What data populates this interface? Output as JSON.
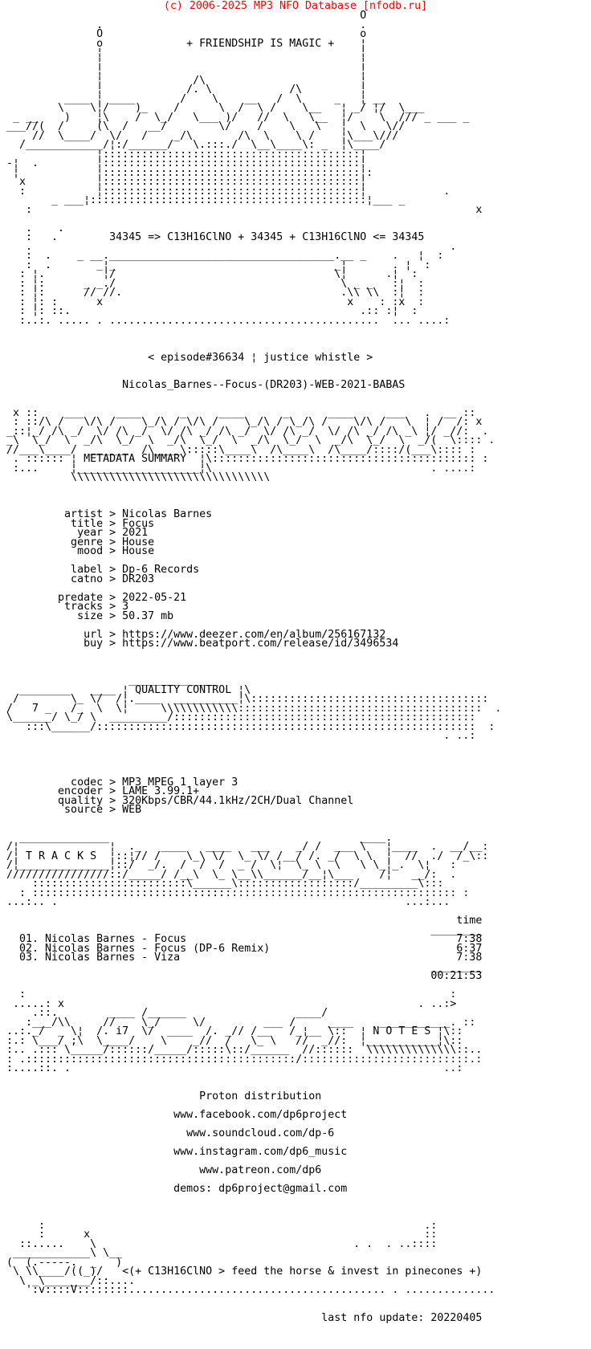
{
  "header": {
    "copyright": "(c) 2006-2025 MP3 NFO Database [nfodb.ru]",
    "copyright_color": "#ff0000"
  },
  "banner": {
    "friendship": "+ FRIENDSHIP IS MAGIC +",
    "formula": "34345 => C13H16ClNO + 34345 + C13H16ClNO <= 34345",
    "episode": "< episode#36634 ¦ justice whistle >",
    "release_name": "Nicolas_Barnes--Focus-(DR203)-WEB-2021-BABAS"
  },
  "headings": {
    "metadata": "METADATA SUMMARY",
    "quality": "QUALITY CONTROL",
    "tracks": "T R A C K S",
    "notes": "N O T E S"
  },
  "release": {
    "artist": "Nicolas Barnes",
    "title": "Focus",
    "year": "2021",
    "genre": "House",
    "mood": "House",
    "label": "Dp-6 Records",
    "catno": "DR203",
    "predate": "2022-05-21",
    "tracks": "3",
    "size": "50.37 mb",
    "url": "https://www.deezer.com/en/album/256167132",
    "buy": "https://www.beatport.com/release/id/3496534"
  },
  "quality": {
    "codec": "MP3 MPEG 1 layer 3",
    "encoder": "LAME 3.99.1+",
    "quality": "320Kbps/CBR/44.1kHz/2CH/Dual Channel",
    "source": "WEB"
  },
  "tracklist": {
    "time_header": "time",
    "rows": [
      {
        "no": "01",
        "title": "Nicolas Barnes - Focus",
        "time": "7:38"
      },
      {
        "no": "02",
        "title": "Nicolas Barnes - Focus (DP-6 Remix)",
        "time": "6:37"
      },
      {
        "no": "03",
        "title": "Nicolas Barnes - Viza",
        "time": "7:38"
      }
    ],
    "total": "00:21:53"
  },
  "notes": {
    "distribution": "Proton distribution",
    "links": [
      "www.facebook.com/dp6project",
      "www.soundcloud.com/dp-6",
      "www.instagram.com/dp6_music",
      "www.patreon.com/dp6"
    ],
    "demos": "demos: dp6project@gmail.com"
  },
  "footer": {
    "tagline": "<(+ C13H16ClNO > feed the horse & invest in pinecones +)",
    "last_update": "last nfo update: 20220405"
  },
  "nfo": {
    "lines": [
      "                                                        O",
      "               .                                        .",
      "               O                                        o",
      "               o             + FRIENDSHIP IS MAGIC +    ¦",
      "               ¦                                        ¦",
      "               ¦                                        ¦",
      "               ¦                                        ¦",
      "               ¦              /\\                        ¦",
      "               ¦             /. \\            /\\         ¦",
      "          ____ ¦ ____       /    \\    __   /  \\     _   ¦ __",
      "         \\    \\¦/    )_    /      \\  /  \\ /    \\__   ¦ _/ ¦/  \\___",
      "  _ __    )    ¦\\    /  \\_/   \\___ )/   //  \\   \\__  ¦/    \\  /// _ ___ _",
      " ___//(  /     (\\  /   __/        \\/    /    \\   \\   ¦  \\   \\//",
      "     //  \\____/  \\/   /    _/\\       /\\  \\    \\ /    ¦\\___\\///",
      "   /____________/¦:/______/   \\.:::./  \\__\\____\\: _  ¦\\____/",
      "               ¦::::::::::::::::::::::::::::::::::::::::¦",
      " -¦  .         ¦::::::::::::::::::::::::::::::::::::::::¦",
      "  ¦            ¦::::::::::::::::::::::::::::::::::::::::¦:",
      "   x           ¦::::::::::::::::::::::::::::::::::::::::¦",
      "   :           ¦::::::::::::::::::::::::::::::::::::::::¦            .",
      "        _ ___¦:::::::::::::::::::::::::::::::::::::::::::¦___ _",
      "    :                                                                     x",
      "",
      "    .    .",
      "    :   .        34345 => C13H16ClNO + 34345 + C13H16ClNO <= 34345",
      "    .                                                                 .",
      "    :  .    _ __.___________________________________.__ _    .   ¦  :",
      "    :  .       _¦_                                  _¦       . ¦  :",
      "   : ¦.         ¦/                                  \\¦      .¦  :",
      "   : ¦:      _ _./                                   \\ _ _   :¦  :",
      "   : ¦:      // //.                                  .\\\\ \\\\  :¦  :",
      "   : ¦: :      x                                      x    : :x  :",
      "   : ¦: ::.                                             .:: :¦  :",
      "   :..:. ..... . ..........................................  ... ....:",
      "",
      "",
      "",
      "                       < episode#36634 ¦ justice whistle >",
      "",
      "",
      "                   Nicolas_Barnes--Focus-(DR203)-WEB-2021-BABAS",
      "",
      "",
      "  x ::    ___     ____      _     ____      _      ____     ___   .  __ ::",
      "  : ::/\\ /   \\/\\ /    \\_/\\ / \\/\\ /    \\_/\\ / \\_/\\ /    \\/\\ /   \\  ¦ /  /: x",
      " _::¦_/ /\\ _/  \\/ /\\ _/  \\/ /\\ _/ /\\ _/  \\/ /\\ _/  \\/ /\\ _/ /\\ _\\ ¦/ _//:  .",
      " _\\  \\_/  \\  _/\\  \\_/  \\  _/\\  \\_/  \\  _/\\  \\_/  \\  _/\\  \\_/  \\  _/(  \\:::: .",
      " //___\\____/  ______  /\\____\\:::::\\____\\  /\\____\\  /\\____/::::/(___\\:::: :",
      "  . :::::: ¦ METADATA SUMMARY  ¦\\::::::::::::::::::::::::::::::::::::::::: :",
      "  :...     ¦___________________¦\\                                  . ....:",
      "           \\\\\\\\\\\\\\\\\\\\\\\\\\\\\\\\\\\\\\\\\\\\\\\\\\\\\\\\\\\\\\",
      "",
      "",
      "",
      "          artist > Nicolas Barnes",
      "           title > Focus",
      "            year > 2021",
      "           genre > House",
      "            mood > House",
      "",
      "           label > Dp-6 Records",
      "           catno > DR203",
      "",
      "         predate > 2022-05-21",
      "          tracks > 3",
      "            size > 50.37 mb",
      "",
      "             url > https://www.deezer.com/en/album/256167132",
      "             buy > https://www.beatport.com/release/id/3496534",
      "",
      "",
      "",
      "                    ______________",
      "   ________   ____ ¦ QUALITY CONTROL ¦\\",
      "  /        \\_ \\/  /¦.____  __________¦\\:::::::::::::::::::::::::::::::::::::",
      " /   7 _   /_  \\  \\¦     \\\\\\\\\\\\\\\\\\\\\\\\::::::::::::::::::::::::::::::::::::::  .",
      " \\______/ \\_/ \\  _________/:::::::::::::::::::::::::::::::::::::::::::::::",
      "    :::\\______/:::::::::::::::::::::::::::::::::::::::::::::::::::::::::::  :",
      "                                                                     . ..:",
      "",
      "",
      "",
      "",
      "           codec > MP3 MPEG 1 layer 3",
      "         encoder > LAME 3.99.1+",
      "         quality > 320Kbps/CBR/44.1kHz/2CH/Dual Channel",
      "          source > WEB",
      "",
      "",
      "   ______________                                       ____.",
      " /¦              ¦  ._   ____   ____   ___    _/ /  ___ \\   ¦____  .  __/__:",
      " /¦ T R A C K S  ¦::¦// /    \\_\\ \\/  \\_ \\/ /__/ /. _/  \\ \\  ¦  //  ./  /_\\::",
      " /¦______________¦::/  _/.  /  /  /  _ /  \\¦  \\_ \\  \\   \\ \\_¦_.  \\¦   :",
      " ////////////////::/_____/ /__\\  \\_ \\__\\\\______/__¦\\___    /¦   __/:  .",
      "     ::::::::::::::::::::::::\\______\\::::::::::::::::::/_________\\:::",
      "   : :::::::::::::::::::::::::::::::::::::::::::::::::::::::::::::::::: :",
      " ...:.. .                                                      ...:...",
      "",
      "                                                                       time",
      "                                                                   ________",
      "   01. Nicolas Barnes - Focus                                          7:38",
      "   02. Nicolas Barnes - Focus (DP-6 Remix)                             6:37",
      "   03. Nicolas Barnes - Viza                                           7:38",
      "                                                                   ________",
      "                                                                   00:21:53",
      "",
      "   :                                                                  :",
      "  .....: x                                                       . ..:>",
      "     .::.        ____ /______                 ____/",
      "    :___/\\\\     //    \\_/     \\/         ___ /     ____    ___________. ::",
      " ..:._/  _ \\¦  /. i7  \\/  ____  /. _// /__   /_¦__ \\::  ¦ N O T E S ¦\\::",
      " :.: \\___/ ;\\  \\____/    \\    _//  /   \\_ \\   //  _//:  ¦___________¦\\::",
      " :.. .::: \\_____/::::::/_____/:::::\\::/______  //::::::  \\\\\\\\\\\\\\\\\\\\\\\\\\\\::..",
      " : .::::::::::::::::::::::::::::::::::::::::::/::::::::::::::::::::::::::.:",
      " :....::. .                                                          ..:",
      "",
      "",
      "                               Proton distribution",
      "",
      "                           www.facebook.com/dp6project",
      "",
      "                             www.soundcloud.com/dp-6",
      "",
      "                           www.instagram.com/dp6_music",
      "",
      "                               www.patreon.com/dp6",
      "",
      "                           demos: dp6project@gmail.com",
      "",
      "",
      "",
      "      :                                                           .:",
      "      :      x                                                    ::",
      "   ::.....    \\                                        . .  . ..::::",
      "  ____________\\ \\__",
      " (  (.-----.  _   )",
      "  \\ \\\\____/((_)/   <(+ C13H16ClNO > feed the horse & invest in pinecones +)",
      "   \\ _\\_______/::....",
      "    ':v::::V::::::::........................................ . ..............",
      "",
      "",
      "                                                  last nfo update: 20220405",
      "",
      ""
    ]
  }
}
